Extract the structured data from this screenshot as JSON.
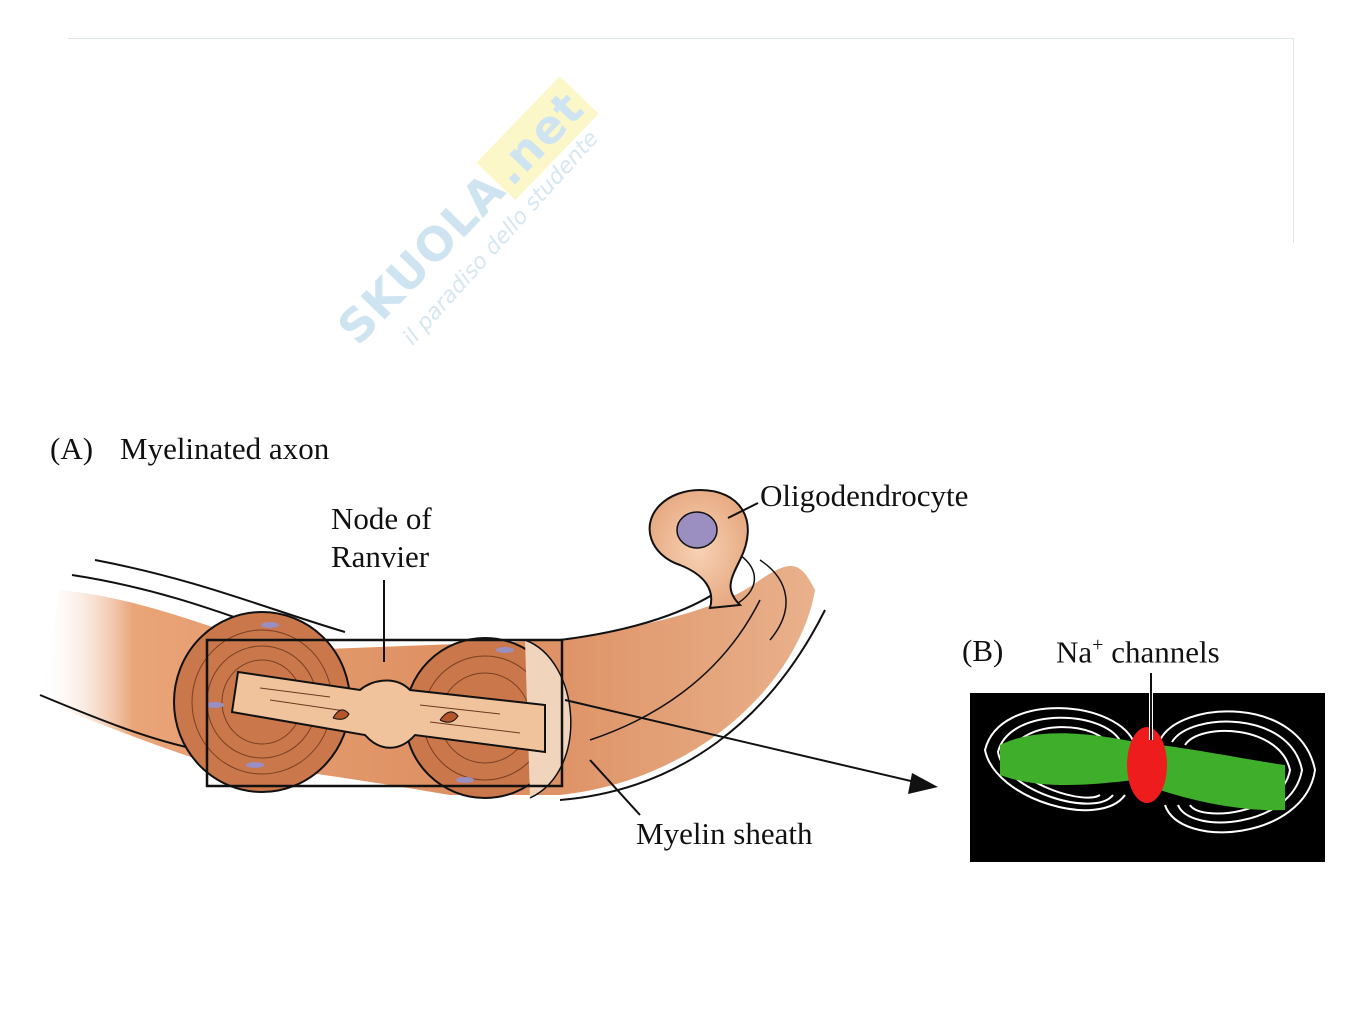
{
  "watermark": {
    "brand": "SKUOLA",
    "tld": ".net",
    "tagline": "il paradiso dello studente"
  },
  "panel_a": {
    "letter": "(A)",
    "title": "Myelinated axon",
    "labels": {
      "node_line1": "Node of",
      "node_line2": "Ranvier",
      "oligodendrocyte": "Oligodendrocyte",
      "myelin_sheath": "Myelin sheath"
    }
  },
  "panel_b": {
    "letter": "(B)",
    "label_main": "Na",
    "label_sup": "+",
    "label_rest": " channels"
  },
  "colors": {
    "myelin": "#d98a5c",
    "axon": "#f2c49f",
    "nucleus": "#9a8fc0",
    "green": "#3fae2a",
    "red": "#ee1c1c"
  }
}
